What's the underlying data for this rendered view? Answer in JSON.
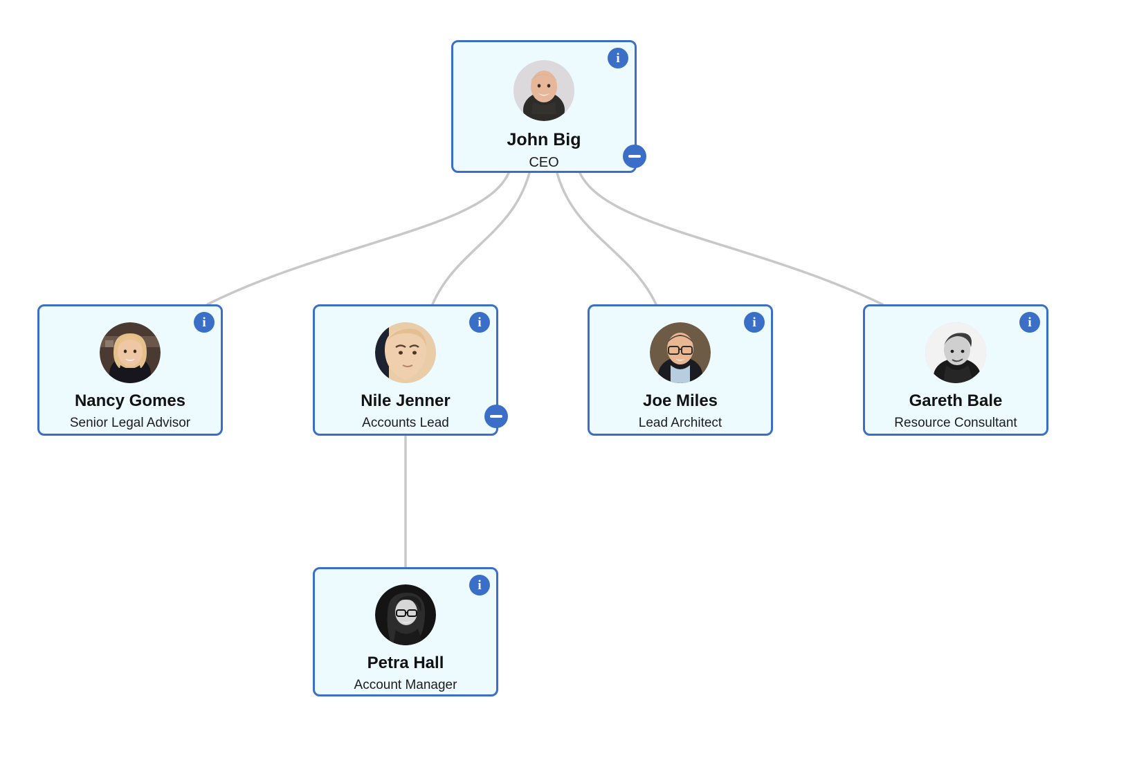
{
  "chart": {
    "type": "org-chart",
    "background_color": "#ffffff",
    "card_border_color": "#3b6fc7",
    "card_fill_color": "#edfbff",
    "connector_color": "#c8c8c8",
    "accent_color": "#3b6fc7"
  },
  "nodes": {
    "root": {
      "name": "John Big",
      "title": "CEO",
      "info_icon": "info-icon",
      "info_label": "i",
      "collapse_icon": "minus-circle-icon",
      "has_collapse": true,
      "avatar": "avatar-john-big"
    },
    "nancy": {
      "name": "Nancy Gomes",
      "title": "Senior Legal Advisor",
      "info_icon": "info-icon",
      "info_label": "i",
      "has_collapse": false,
      "avatar": "avatar-nancy-gomes"
    },
    "nile": {
      "name": "Nile Jenner",
      "title": "Accounts Lead",
      "info_icon": "info-icon",
      "info_label": "i",
      "collapse_icon": "minus-circle-icon",
      "has_collapse": true,
      "avatar": "avatar-nile-jenner"
    },
    "joe": {
      "name": "Joe Miles",
      "title": "Lead Architect",
      "info_icon": "info-icon",
      "info_label": "i",
      "has_collapse": false,
      "avatar": "avatar-joe-miles"
    },
    "gareth": {
      "name": "Gareth Bale",
      "title": "Resource Consultant",
      "info_icon": "info-icon",
      "info_label": "i",
      "has_collapse": false,
      "avatar": "avatar-gareth-bale"
    },
    "petra": {
      "name": "Petra Hall",
      "title": "Account Manager",
      "info_icon": "info-icon",
      "info_label": "i",
      "has_collapse": false,
      "avatar": "avatar-petra-hall"
    }
  },
  "hierarchy": [
    {
      "id": "root",
      "parent": null,
      "children": [
        "nancy",
        "nile",
        "joe",
        "gareth"
      ]
    },
    {
      "id": "nancy",
      "parent": "root",
      "children": []
    },
    {
      "id": "nile",
      "parent": "root",
      "children": [
        "petra"
      ]
    },
    {
      "id": "joe",
      "parent": "root",
      "children": []
    },
    {
      "id": "gareth",
      "parent": "root",
      "children": []
    },
    {
      "id": "petra",
      "parent": "nile",
      "children": []
    }
  ]
}
